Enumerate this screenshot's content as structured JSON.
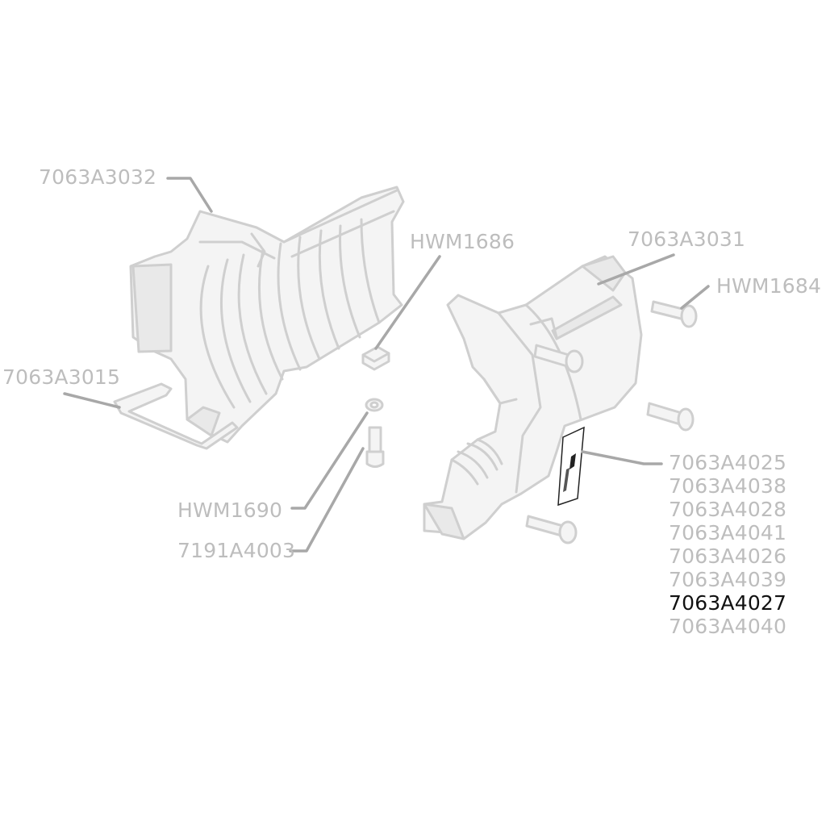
{
  "colors": {
    "label": "#bdbdbd",
    "highlight": "#111111",
    "leader": "#a8a8a8",
    "outline": "#cfcfcf",
    "part_fill": "#f4f4f4",
    "part_shade": "#e9e9e9",
    "decal": "#222222"
  },
  "callouts": {
    "part_7063A3032": "7063A3032",
    "part_HWM1686": "HWM1686",
    "part_7063A3031": "7063A3031",
    "part_HWM1684": "HWM1684",
    "part_7063A3015": "7063A3015",
    "part_HWM1690": "HWM1690",
    "part_7191A4003": "7191A4003"
  },
  "variant_list": [
    {
      "label": "7063A4025",
      "highlighted": false
    },
    {
      "label": "7063A4038",
      "highlighted": false
    },
    {
      "label": "7063A4028",
      "highlighted": false
    },
    {
      "label": "7063A4041",
      "highlighted": false
    },
    {
      "label": "7063A4026",
      "highlighted": false
    },
    {
      "label": "7063A4039",
      "highlighted": false
    },
    {
      "label": "7063A4027",
      "highlighted": true
    },
    {
      "label": "7063A4040",
      "highlighted": false
    }
  ]
}
